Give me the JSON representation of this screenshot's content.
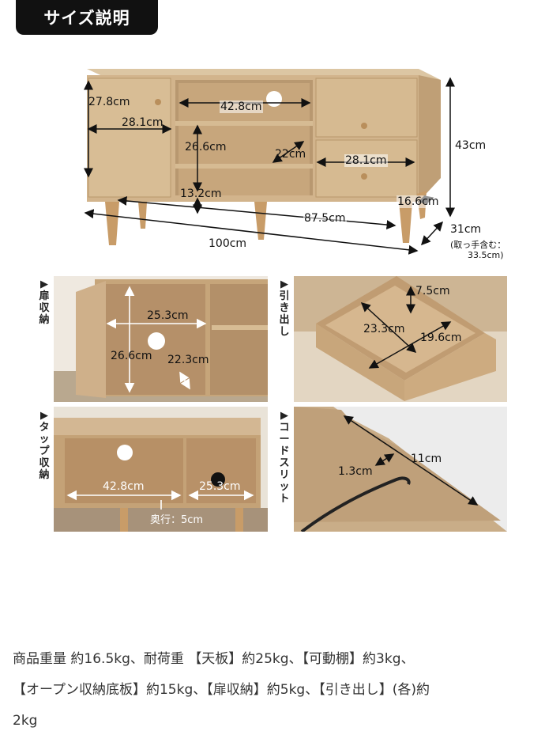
{
  "badge": "サイズ説明",
  "main": {
    "d_door_h": "27.8cm",
    "d_door_w": "28.1cm",
    "d_open_w": "42.8cm",
    "d_open_h": "26.6cm",
    "d_open_d": "22cm",
    "d_drawer_w": "28.1cm",
    "d_height": "43cm",
    "d_leg": "13.2cm",
    "d_inner": "87.5cm",
    "d_handle": "16.6cm",
    "d_width": "100cm",
    "d_depth": "31cm",
    "d_depth_note1": "(取っ手含む：",
    "d_depth_note2": "33.5cm)"
  },
  "panels": {
    "door": {
      "label": "▶扉収納",
      "w": "25.3cm",
      "h": "26.6cm",
      "d": "22.3cm"
    },
    "drawer": {
      "label": "▶引き出し",
      "h": "7.5cm",
      "w": "23.3cm",
      "d": "19.6cm"
    },
    "tap": {
      "label": "▶タップ収納",
      "w1": "42.8cm",
      "w2": "25.3cm",
      "depth": "奥行：5cm"
    },
    "slit": {
      "label": "▶コードスリット",
      "w": "11cm",
      "h": "1.3cm"
    }
  },
  "notes": {
    "line1": "商品重量 約16.5kg、耐荷重 【天板】約25kg、【可動棚】約3kg、",
    "line2": "【オープン収納底板】約15kg、【扉収納】約5kg、【引き出し】(各)約",
    "line3": "2kg"
  },
  "colors": {
    "wood_light": "#d6bc96",
    "wood_mid": "#c9ab80",
    "wood_dark": "#a88862",
    "badge_bg": "#111111"
  }
}
